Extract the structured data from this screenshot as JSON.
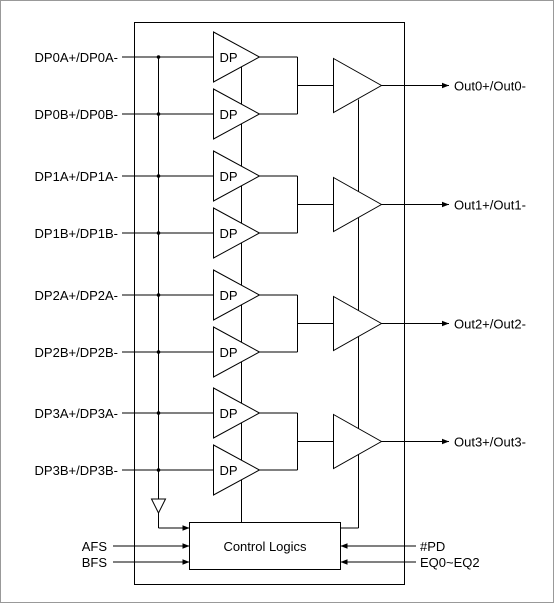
{
  "diagram": {
    "groups": [
      {
        "inputs": [
          "DP0A+/DP0A-",
          "DP0B+/DP0B-"
        ],
        "output": "Out0+/Out0-"
      },
      {
        "inputs": [
          "DP1A+/DP1A-",
          "DP1B+/DP1B-"
        ],
        "output": "Out1+/Out1-"
      },
      {
        "inputs": [
          "DP2A+/DP2A-",
          "DP2B+/DP2B-"
        ],
        "output": "Out2+/Out2-"
      },
      {
        "inputs": [
          "DP3A+/DP3A-",
          "DP3B+/DP3B-"
        ],
        "output": "Out3+/Out3-"
      }
    ],
    "amp_label": "DP",
    "control_block": "Control Logics",
    "control_inputs_left": [
      "AFS",
      "BFS"
    ],
    "control_inputs_right": [
      "#PD",
      "EQ0~EQ2"
    ]
  }
}
